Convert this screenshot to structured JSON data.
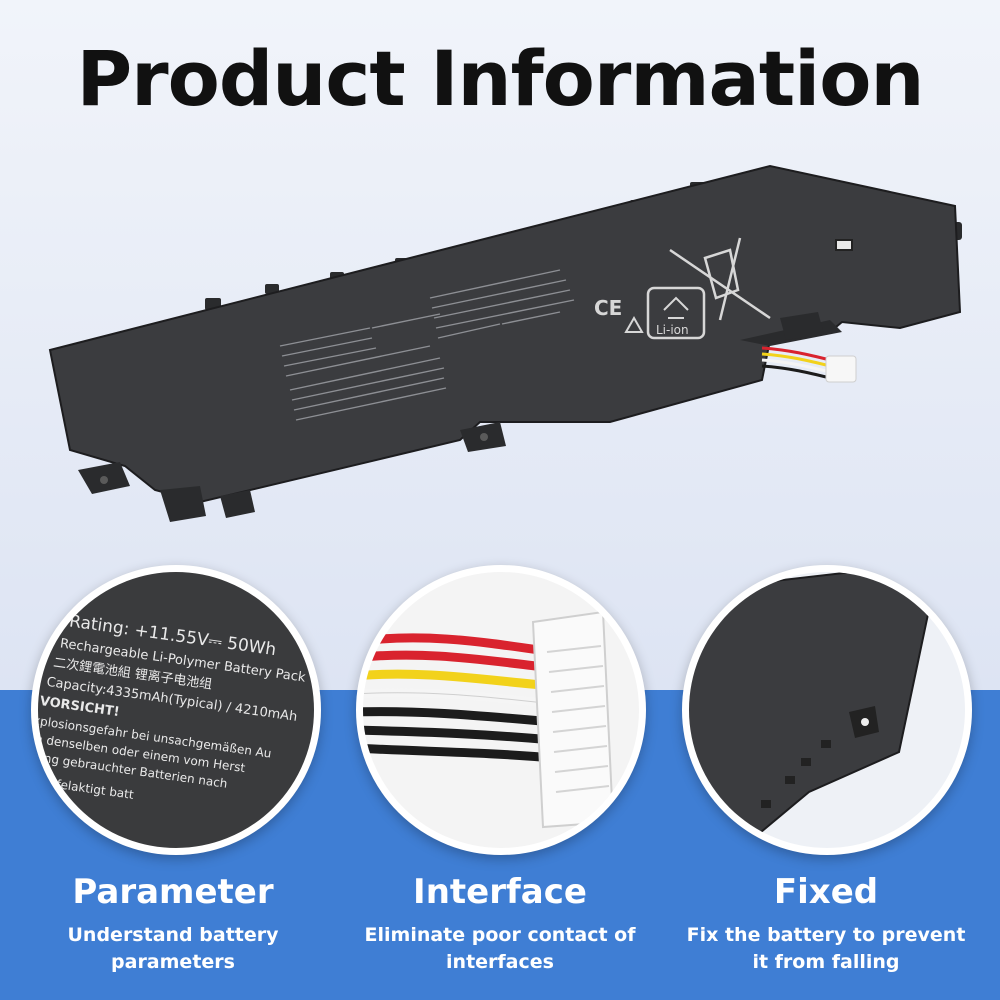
{
  "page": {
    "title": "Product Information"
  },
  "battery_label": {
    "mark_ce": "CE",
    "mark_li_ion": "Li-ion"
  },
  "zoom_label": {
    "lines": [
      "Rating: +11.55V⎓ 50Wh",
      "Rechargeable Li-Polymer Battery Pack",
      "二次鋰電池組   锂离子电池组",
      "Capacity:4335mAh(Typical) / 4210mAh",
      "VORSICHT!",
      "xplosionsgefahr bei unsachgemäßen Au",
      "ch denselben oder einem vom Herst",
      "rgung gebrauchter Batterien nach",
      "ra vid felaktigt batt"
    ]
  },
  "features": [
    {
      "title": "Parameter",
      "description": "Understand battery parameters"
    },
    {
      "title": "Interface",
      "description": "Eliminate poor contact of interfaces"
    },
    {
      "title": "Fixed",
      "description": "Fix the battery to prevent it from falling"
    }
  ],
  "colors": {
    "accent_blue": "#3f7ed4",
    "battery_body": "#3a3b3d",
    "title_text": "#111111",
    "wire_red": "#d9232e",
    "wire_yellow": "#f2d21b",
    "wire_black": "#1c1c1c",
    "wire_white": "#f5f5f5"
  },
  "icons": [
    "recycle-icon",
    "crossed-bin-icon",
    "warning-triangle-icon"
  ]
}
